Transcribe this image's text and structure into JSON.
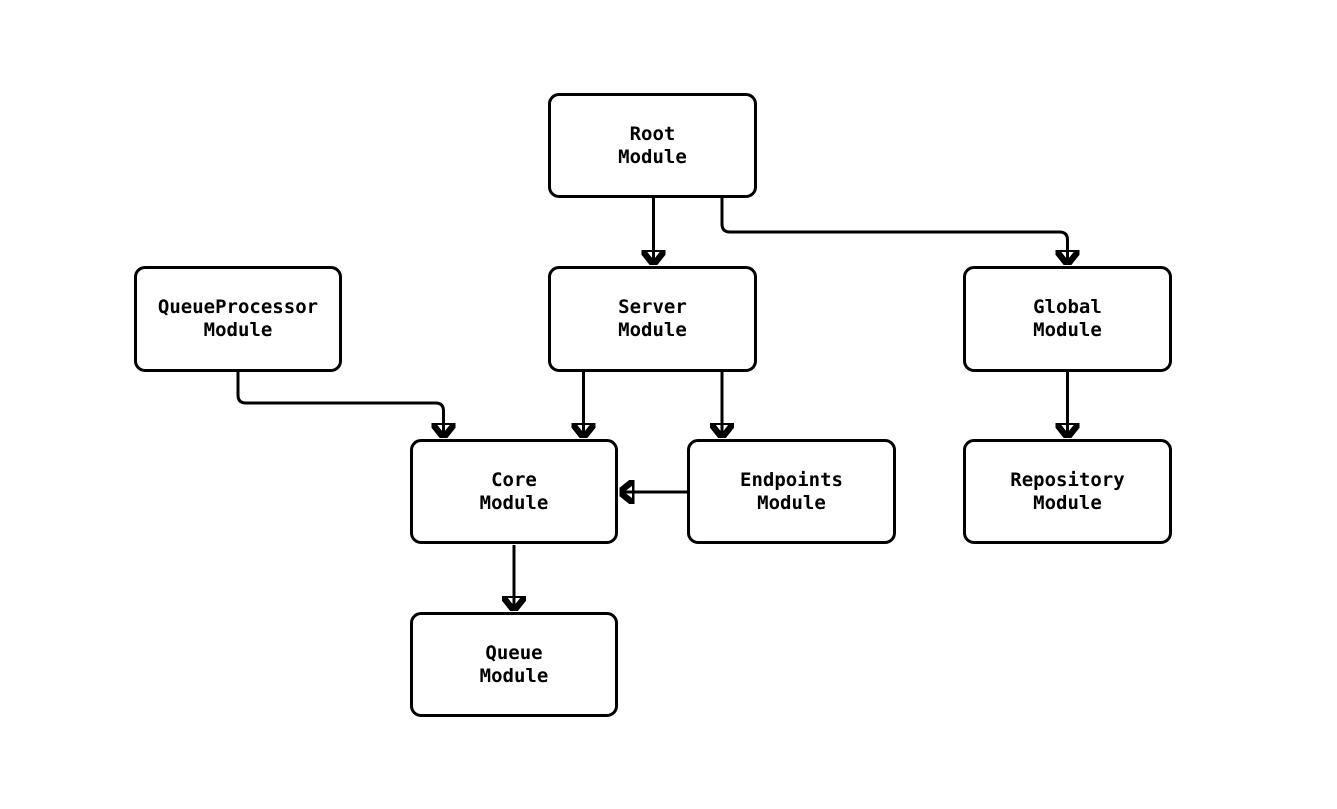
{
  "diagram": {
    "type": "flowchart-module-dependency",
    "background_color": "#ffffff",
    "node_fill_color": "#ffffff",
    "node_border_color": "#000000",
    "edge_color": "#000000",
    "text_color": "#000000",
    "nodes": [
      {
        "id": "root",
        "label": "Root\nModule"
      },
      {
        "id": "queueprocessor",
        "label": "QueueProcessor\nModule"
      },
      {
        "id": "server",
        "label": "Server\nModule"
      },
      {
        "id": "global",
        "label": "Global\nModule"
      },
      {
        "id": "core",
        "label": "Core\nModule"
      },
      {
        "id": "endpoints",
        "label": "Endpoints\nModule"
      },
      {
        "id": "repository",
        "label": "Repository\nModule"
      },
      {
        "id": "queue",
        "label": "Queue\nModule"
      }
    ],
    "edges": [
      {
        "from": "root",
        "to": "server"
      },
      {
        "from": "root",
        "to": "global"
      },
      {
        "from": "queueprocessor",
        "to": "core"
      },
      {
        "from": "server",
        "to": "core"
      },
      {
        "from": "server",
        "to": "endpoints"
      },
      {
        "from": "endpoints",
        "to": "core"
      },
      {
        "from": "global",
        "to": "repository"
      },
      {
        "from": "core",
        "to": "queue"
      }
    ]
  }
}
